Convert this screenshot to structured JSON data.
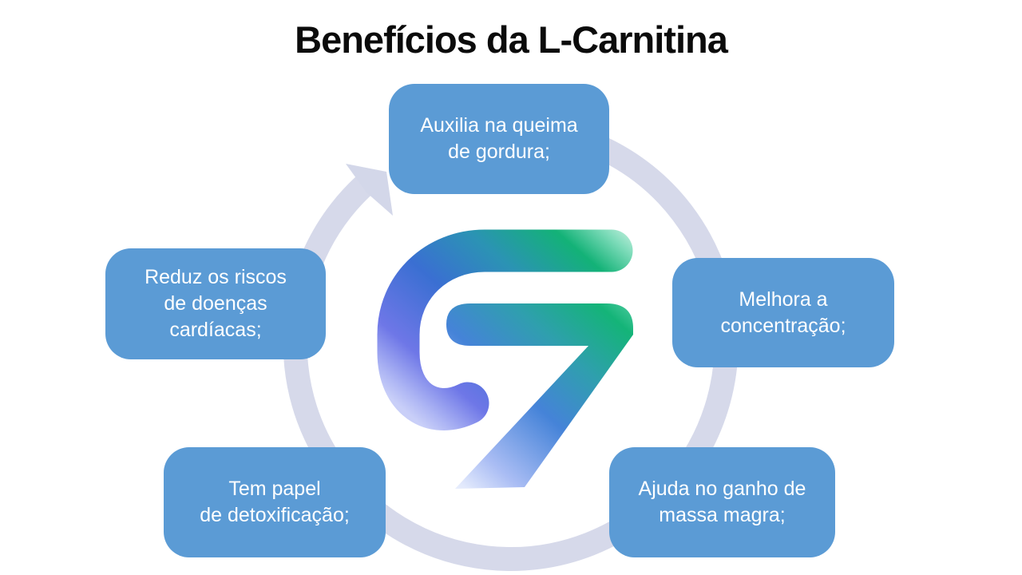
{
  "title": "Benefícios da L-Carnitina",
  "boxes": [
    {
      "id": "top",
      "lines": [
        "Auxilia na queima",
        "de gordura;"
      ]
    },
    {
      "id": "right",
      "lines": [
        "Melhora a",
        "concentração;"
      ]
    },
    {
      "id": "bottom-right",
      "lines": [
        "Ajuda no ganho de",
        "massa magra;"
      ]
    },
    {
      "id": "bottom-left",
      "lines": [
        "Tem papel",
        "de detoxificação;"
      ]
    },
    {
      "id": "left",
      "lines": [
        "Reduz os riscos",
        "de doenças",
        "cardíacas;"
      ]
    }
  ],
  "colors": {
    "title_text": "#0b0b0b",
    "box_fill": "#5b9bd5",
    "box_text": "#ffffff",
    "ring": "#d6d9ea",
    "arrow_head": "#d3d7e9",
    "logo_indigo": "#6e77e7",
    "logo_blue": "#3a6fd2",
    "logo_teal": "#2d96ae",
    "logo_green": "#13b277",
    "logo_fade_mint": "#f0fbf6",
    "logo_fade_lavender": "#c9cff8"
  }
}
